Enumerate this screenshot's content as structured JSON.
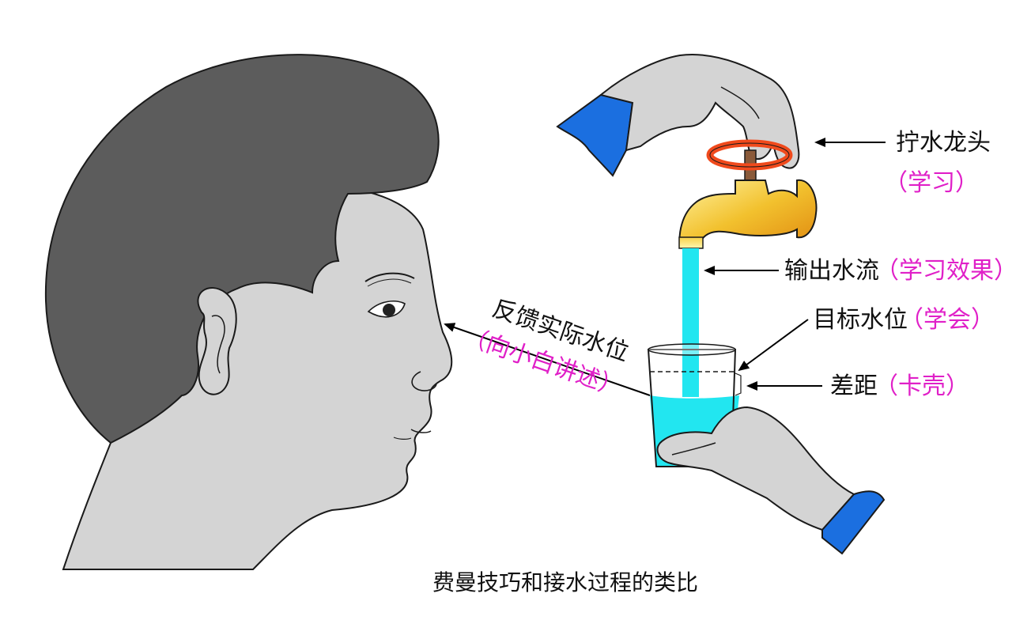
{
  "colors": {
    "hair": "#5c5c5c",
    "skin": "#d4d4d4",
    "outline": "#1a1a1a",
    "cuff": "#1b6fe0",
    "water": "#22e6f0",
    "faucet": "#f2c12e",
    "handle_ring": "#f04a1c",
    "accent_text": "#e020c8",
    "arrow": "#000000"
  },
  "icons": {
    "person": "person-profile-icon",
    "faucet": "faucet-icon",
    "glass": "glass-icon",
    "hand": "hand-icon"
  },
  "labels": {
    "faucet": {
      "main": "拧水龙头",
      "sub": "（学习）"
    },
    "stream": {
      "main": "输出水流",
      "sub": "（学习效果）"
    },
    "target": {
      "main": "目标水位",
      "sub": "（学会）"
    },
    "gap": {
      "main": "差距",
      "sub": "（卡壳）"
    },
    "feedback": {
      "main": "反馈实际水位",
      "sub": "（向小白讲述）"
    }
  },
  "caption": "费曼技巧和接水过程的类比"
}
